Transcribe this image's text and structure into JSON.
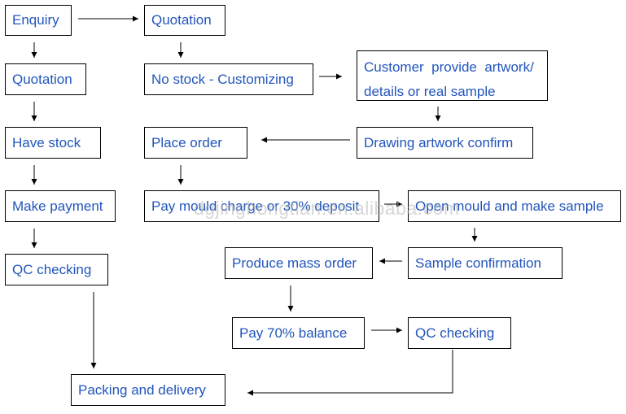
{
  "nodes": {
    "enquiry": "Enquiry",
    "quotation_top": "Quotation",
    "quotation_left": "Quotation",
    "no_stock_customizing": "No stock - Customizing",
    "customer_provide_line1": "Customer  provide  artwork/",
    "customer_provide_line2": "details or real sample",
    "have_stock": "Have stock",
    "place_order": "Place order",
    "drawing_artwork_confirm": "Drawing artwork confirm",
    "make_payment": "Make payment",
    "pay_mould_charge": "Pay mould charge or 30% deposit",
    "open_mould_make_sample": "Open mould and make sample",
    "qc_checking_left": "QC checking",
    "produce_mass_order": "Produce mass order",
    "sample_confirmation": "Sample confirmation",
    "pay_70_balance": "Pay 70% balance",
    "qc_checking_right": "QC checking",
    "packing_and_delivery": "Packing and delivery"
  },
  "watermark": "dgjinghongtian.en.alibaba.com",
  "colors": {
    "node_text": "#2255bb",
    "node_border": "#000000",
    "arrow": "#000000",
    "watermark": "#b8b8b8"
  }
}
